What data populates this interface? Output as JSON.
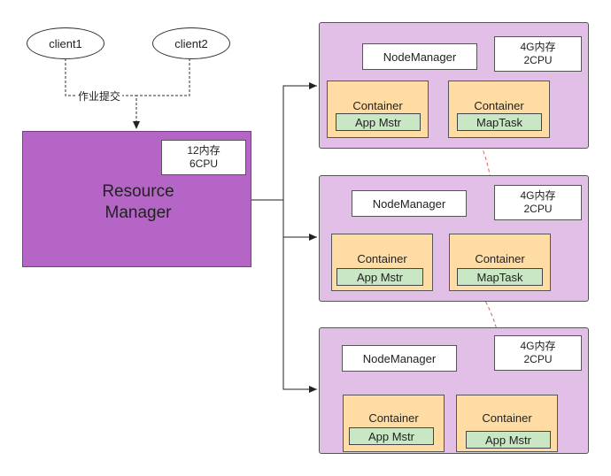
{
  "clients": [
    {
      "label": "client1"
    },
    {
      "label": "client2"
    }
  ],
  "submit_label": "作业提交",
  "resource_manager": {
    "title_line1": "Resource",
    "title_line2": "Manager",
    "spec_line1": "12内存",
    "spec_line2": "6CPU"
  },
  "nodes": [
    {
      "name": "NodeManager",
      "spec_line1": "4G内存",
      "spec_line2": "2CPU",
      "containers": [
        {
          "label": "Container",
          "task": "App Mstr"
        },
        {
          "label": "Container",
          "task": "MapTask"
        }
      ]
    },
    {
      "name": "NodeManager",
      "spec_line1": "4G内存",
      "spec_line2": "2CPU",
      "containers": [
        {
          "label": "Container",
          "task": "App Mstr"
        },
        {
          "label": "Container",
          "task": "MapTask"
        }
      ]
    },
    {
      "name": "NodeManager",
      "spec_line1": "4G内存",
      "spec_line2": "2CPU",
      "containers": [
        {
          "label": "Container",
          "task": "App Mstr"
        },
        {
          "label": "Container",
          "task": "App Mstr"
        }
      ]
    }
  ],
  "colors": {
    "resource_manager": "#b565c6",
    "node_manager_bg": "#e1bfe6",
    "container_bg": "#ffdca4",
    "task_bg": "#c9e7c5",
    "red_arrow": "#e06060"
  }
}
